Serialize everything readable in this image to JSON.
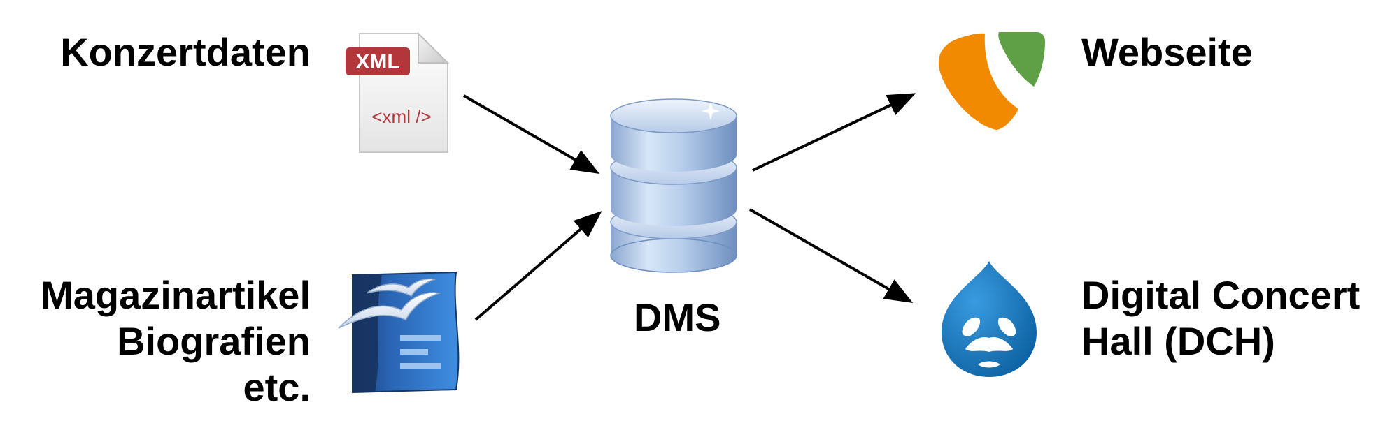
{
  "sources": {
    "concert_data": "Konzertdaten",
    "magazine_lines": [
      "Magazinartikel",
      "Biografien",
      "etc."
    ]
  },
  "xml_icon": {
    "badge": "XML",
    "tag": "<xml />"
  },
  "center": {
    "label": "DMS"
  },
  "targets": {
    "website": "Webseite",
    "dch_lines": [
      "Digital Concert",
      "Hall (DCH)"
    ]
  },
  "colors": {
    "xml_red": "#b3363a",
    "db_blue": "#7f9fd0",
    "typo3_orange": "#f28a00",
    "typo3_green": "#5fa046",
    "drupal_blue": "#0a78c4",
    "office_blue": "#2a64b4"
  }
}
